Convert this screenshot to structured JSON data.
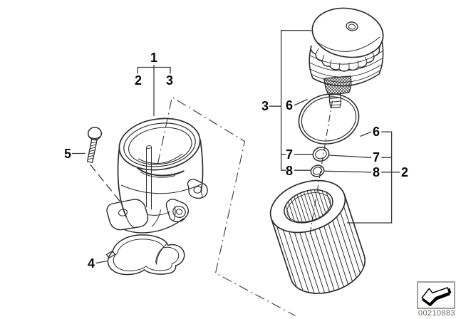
{
  "diagram": {
    "type": "exploded-parts-diagram",
    "subject": "oil-filter-assembly",
    "callouts": {
      "c1": "1",
      "c2_top": "2",
      "c3_top": "3",
      "c4": "4",
      "c5": "5",
      "c3_right": "3",
      "c6_left": "6",
      "c6_right": "6",
      "c7_left": "7",
      "c7_right": "7",
      "c8_left": "8",
      "c8_right": "8",
      "c2_right": "2"
    },
    "footer": {
      "part_number": "00210883",
      "icon": "nav-arrow-icon"
    },
    "colors": {
      "background": "#ffffff",
      "line": "#2d2d2d",
      "label": "#0a0a0a",
      "part_number_text": "#6e655c",
      "icon_box_border": "#a0a0a0"
    }
  }
}
